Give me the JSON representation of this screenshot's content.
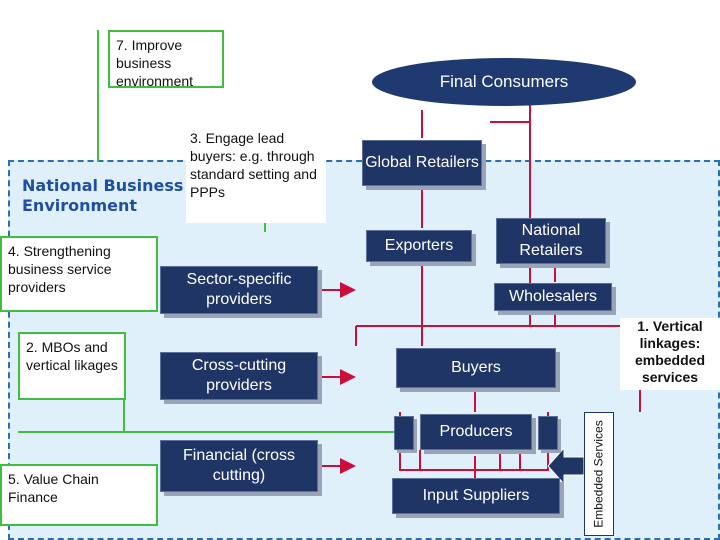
{
  "environment": {
    "title": "National Business Environment"
  },
  "interventions": {
    "improve": "7. Improve business environment",
    "engage": "3. Engage lead buyers: e.g. through standard setting and PPPs",
    "strengthening": "4. Strengthening business service providers",
    "mbos": "2. MBOs and vertical likages",
    "value_chain_finance": "5. Value Chain Finance",
    "vertical_linkages": "1. Vertical linkages: embedded services"
  },
  "chain": {
    "final_consumers": "Final Consumers",
    "global_retailers": "Global Retailers",
    "exporters": "Exporters",
    "national_retailers": "National Retailers",
    "wholesalers": "Wholesalers",
    "buyers": "Buyers",
    "producers": "Producers",
    "input_suppliers": "Input Suppliers"
  },
  "services": {
    "sector_specific": "Sector-specific providers",
    "cross_cutting": "Cross-cutting providers",
    "financial": "Financial (cross cutting)",
    "embedded": "Embedded Services"
  },
  "colors": {
    "green": "#3ec03e",
    "red": "#c8103a",
    "navy": "#1f3566",
    "environment": "#dff0fb"
  }
}
